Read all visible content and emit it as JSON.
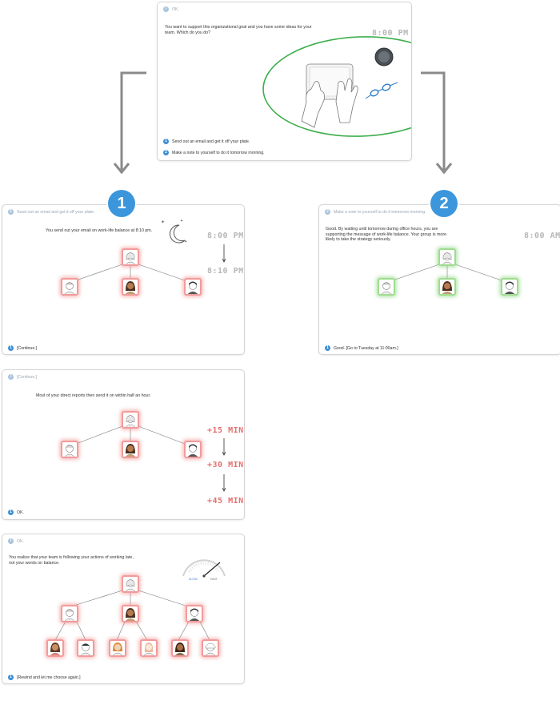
{
  "top_card": {
    "header": "OK.",
    "prompt": "You want to support this organizational goal and you have some ideas for your team.  Which do you do?",
    "time": "8:00 PM",
    "choices": [
      {
        "num": "1",
        "label": "Send out an email and get it off your plate."
      },
      {
        "num": "2",
        "label": "Make a note to yourself to do it tomorrow morning."
      }
    ]
  },
  "badges": [
    "1",
    "2"
  ],
  "card1": {
    "header": "Send out an email and get it off your plate.",
    "prompt": "You send out your email on work-life balance at 8:10 pm.",
    "time_from": "8:00 PM",
    "time_to": "8:10 PM",
    "footer": "[Continue.]"
  },
  "card2": {
    "header": "Make a note to yourself to do it tomorrow morning.",
    "prompt": "Good.  By waiting until tomorrow during office hours, you are supporting  the message of work-life balance.  Your group is more likely to take the strategy seriously.",
    "time": "8:00 AM",
    "footer": "Good. [Go to Tuesday at 11:00am.]"
  },
  "card3": {
    "header": "[Continue.]",
    "prompt": "Most of your direct reports then send it on within half an hour.",
    "times": [
      "+15 MIN",
      "+30 MIN",
      "+45 MIN"
    ],
    "footer": "OK."
  },
  "card4": {
    "header": "OK.",
    "prompt": "You realize that your team is following your actions of working late, not your words on balance.",
    "gauge": {
      "low": "SLOW",
      "high": "FAST"
    },
    "footer": "[Rewind and let me choose again.]"
  }
}
